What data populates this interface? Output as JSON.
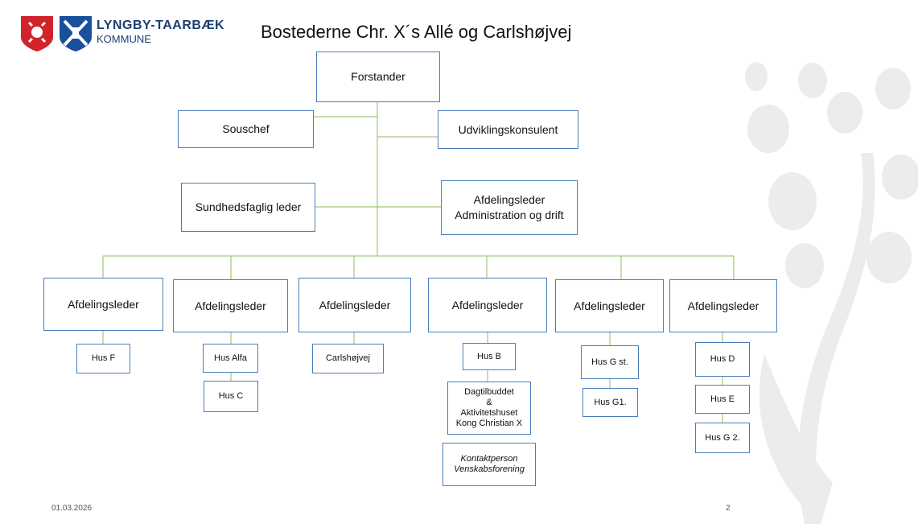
{
  "slide": {
    "title": "Bostederne Chr. X´s Allé og Carlshøjvej",
    "date": "01.03.2026",
    "page_number": "2"
  },
  "logo": {
    "line1": "LYNGBY-TAARBÆK",
    "line2": "KOMMUNE",
    "color": "#1c3e72"
  },
  "colors": {
    "connector": "#8dbd5a",
    "box_border": "#4a7ebb",
    "watermark": "#ececec"
  },
  "org": {
    "root": "Forstander",
    "souschef": "Souschef",
    "udvikling": "Udviklingskonsulent",
    "sundhed": "Sundhedsfaglig leder",
    "admin": "Afdelingsleder\nAdministration og drift",
    "leaders": [
      "Afdelingsleder",
      "Afdelingsleder",
      "Afdelingsleder",
      "Afdelingsleder",
      "Afdelingsleder",
      "Afdelingsleder"
    ],
    "units": {
      "c1": [
        "Hus F"
      ],
      "c2": [
        "Hus Alfa",
        "Hus C"
      ],
      "c3": [
        "Carlshøjvej"
      ],
      "c4": [
        "Hus B",
        "Dagtilbuddet\n&\nAktivitetshuset\nKong Christian X",
        "Kontaktperson\nVenskabsforening"
      ],
      "c5": [
        "Hus G st.",
        "Hus G1."
      ],
      "c6": [
        "Hus D",
        "Hus E",
        "Hus G 2."
      ]
    }
  }
}
